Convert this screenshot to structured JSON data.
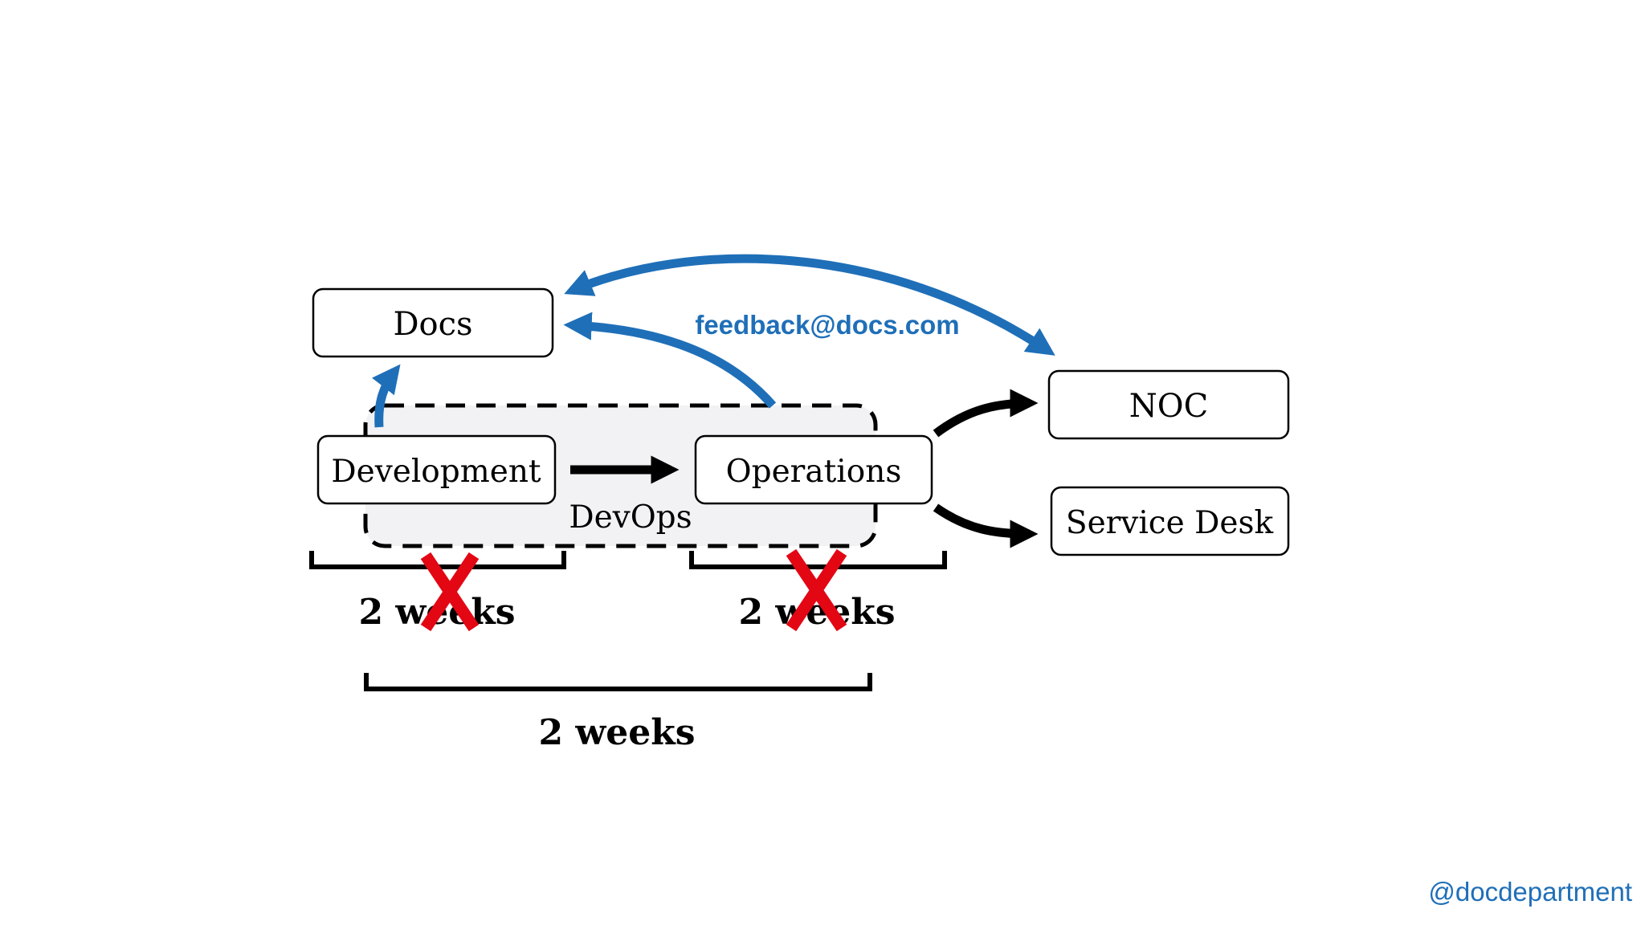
{
  "nodes": {
    "docs": "Docs",
    "development": "Development",
    "operations": "Operations",
    "noc": "NOC",
    "service_desk": "Service Desk",
    "devops": "DevOps"
  },
  "feedback_label": "feedback@docs.com",
  "durations": {
    "development": "2 weeks",
    "operations": "2 weeks",
    "devops": "2 weeks"
  },
  "footer_handle": "@docdepartment",
  "colors": {
    "accent_blue": "#1f6fb8",
    "cross_red": "#e30613",
    "devops_fill": "#f2f2f4"
  }
}
